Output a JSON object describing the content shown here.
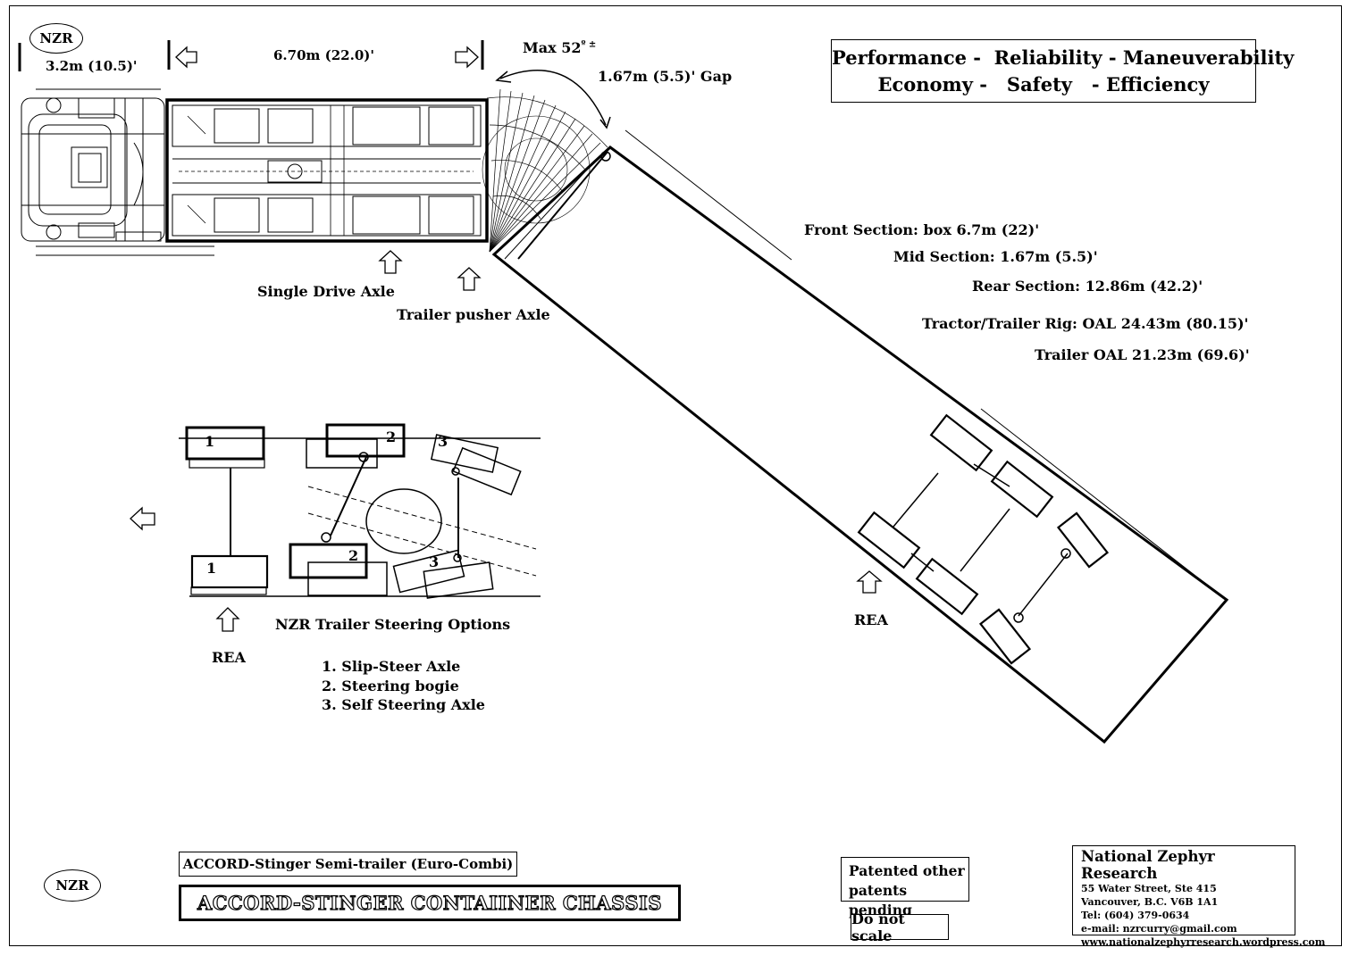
{
  "logo": {
    "text": "NZR"
  },
  "slogan": {
    "line1": "Performance -  Reliability - Maneuverability",
    "line2": "Economy -   Safety   - Efficiency"
  },
  "dimensions": {
    "cab_width": "3.2m (10.5)'",
    "front_box": "6.70m (22.0)'",
    "max_angle": "Max  52",
    "max_angle_suffix": "º ±",
    "gap": "1.67m (5.5)' Gap"
  },
  "axle_labels": {
    "single_drive": "Single Drive Axle",
    "trailer_pusher": "Trailer pusher Axle",
    "rea": "REA"
  },
  "specs": {
    "front_section": "Front Section: box 6.7m (22)'",
    "mid_section": "Mid Section:  1.67m (5.5)'",
    "rear_section": "Rear Section:  12.86m (42.2)'",
    "rig_oal": "Tractor/Trailer Rig: OAL  24.43m (80.15)'",
    "trailer_oal": "Trailer  OAL  21.23m (69.6)'"
  },
  "steering": {
    "title": "NZR  Trailer Steering Options",
    "rea_label": "REA",
    "axle_numbers": [
      "1",
      "2",
      "3",
      "1",
      "2",
      "3"
    ],
    "options": [
      "1. Slip-Steer Axle",
      "2. Steering bogie",
      "3. Self Steering Axle"
    ]
  },
  "footer": {
    "subtitle": "ACCORD-Stinger Semi-trailer (Euro-Combi)",
    "title": "ACCORD-STINGER CONTAIINER CHASSIS",
    "patent_line1": "Patented other",
    "patent_line2": "patents pending",
    "scale_note": "Do not scale"
  },
  "contact": {
    "org": "National Zephyr Research",
    "address1": "55 Water Street, Ste 415",
    "address2": "Vancouver, B.C. V6B 1A1",
    "tel": "Tel: (604) 379-0634",
    "email": "e-mail: nzrcurry@gmail.com",
    "web": "www.nationalzephyrresearch.wordpress.com"
  }
}
